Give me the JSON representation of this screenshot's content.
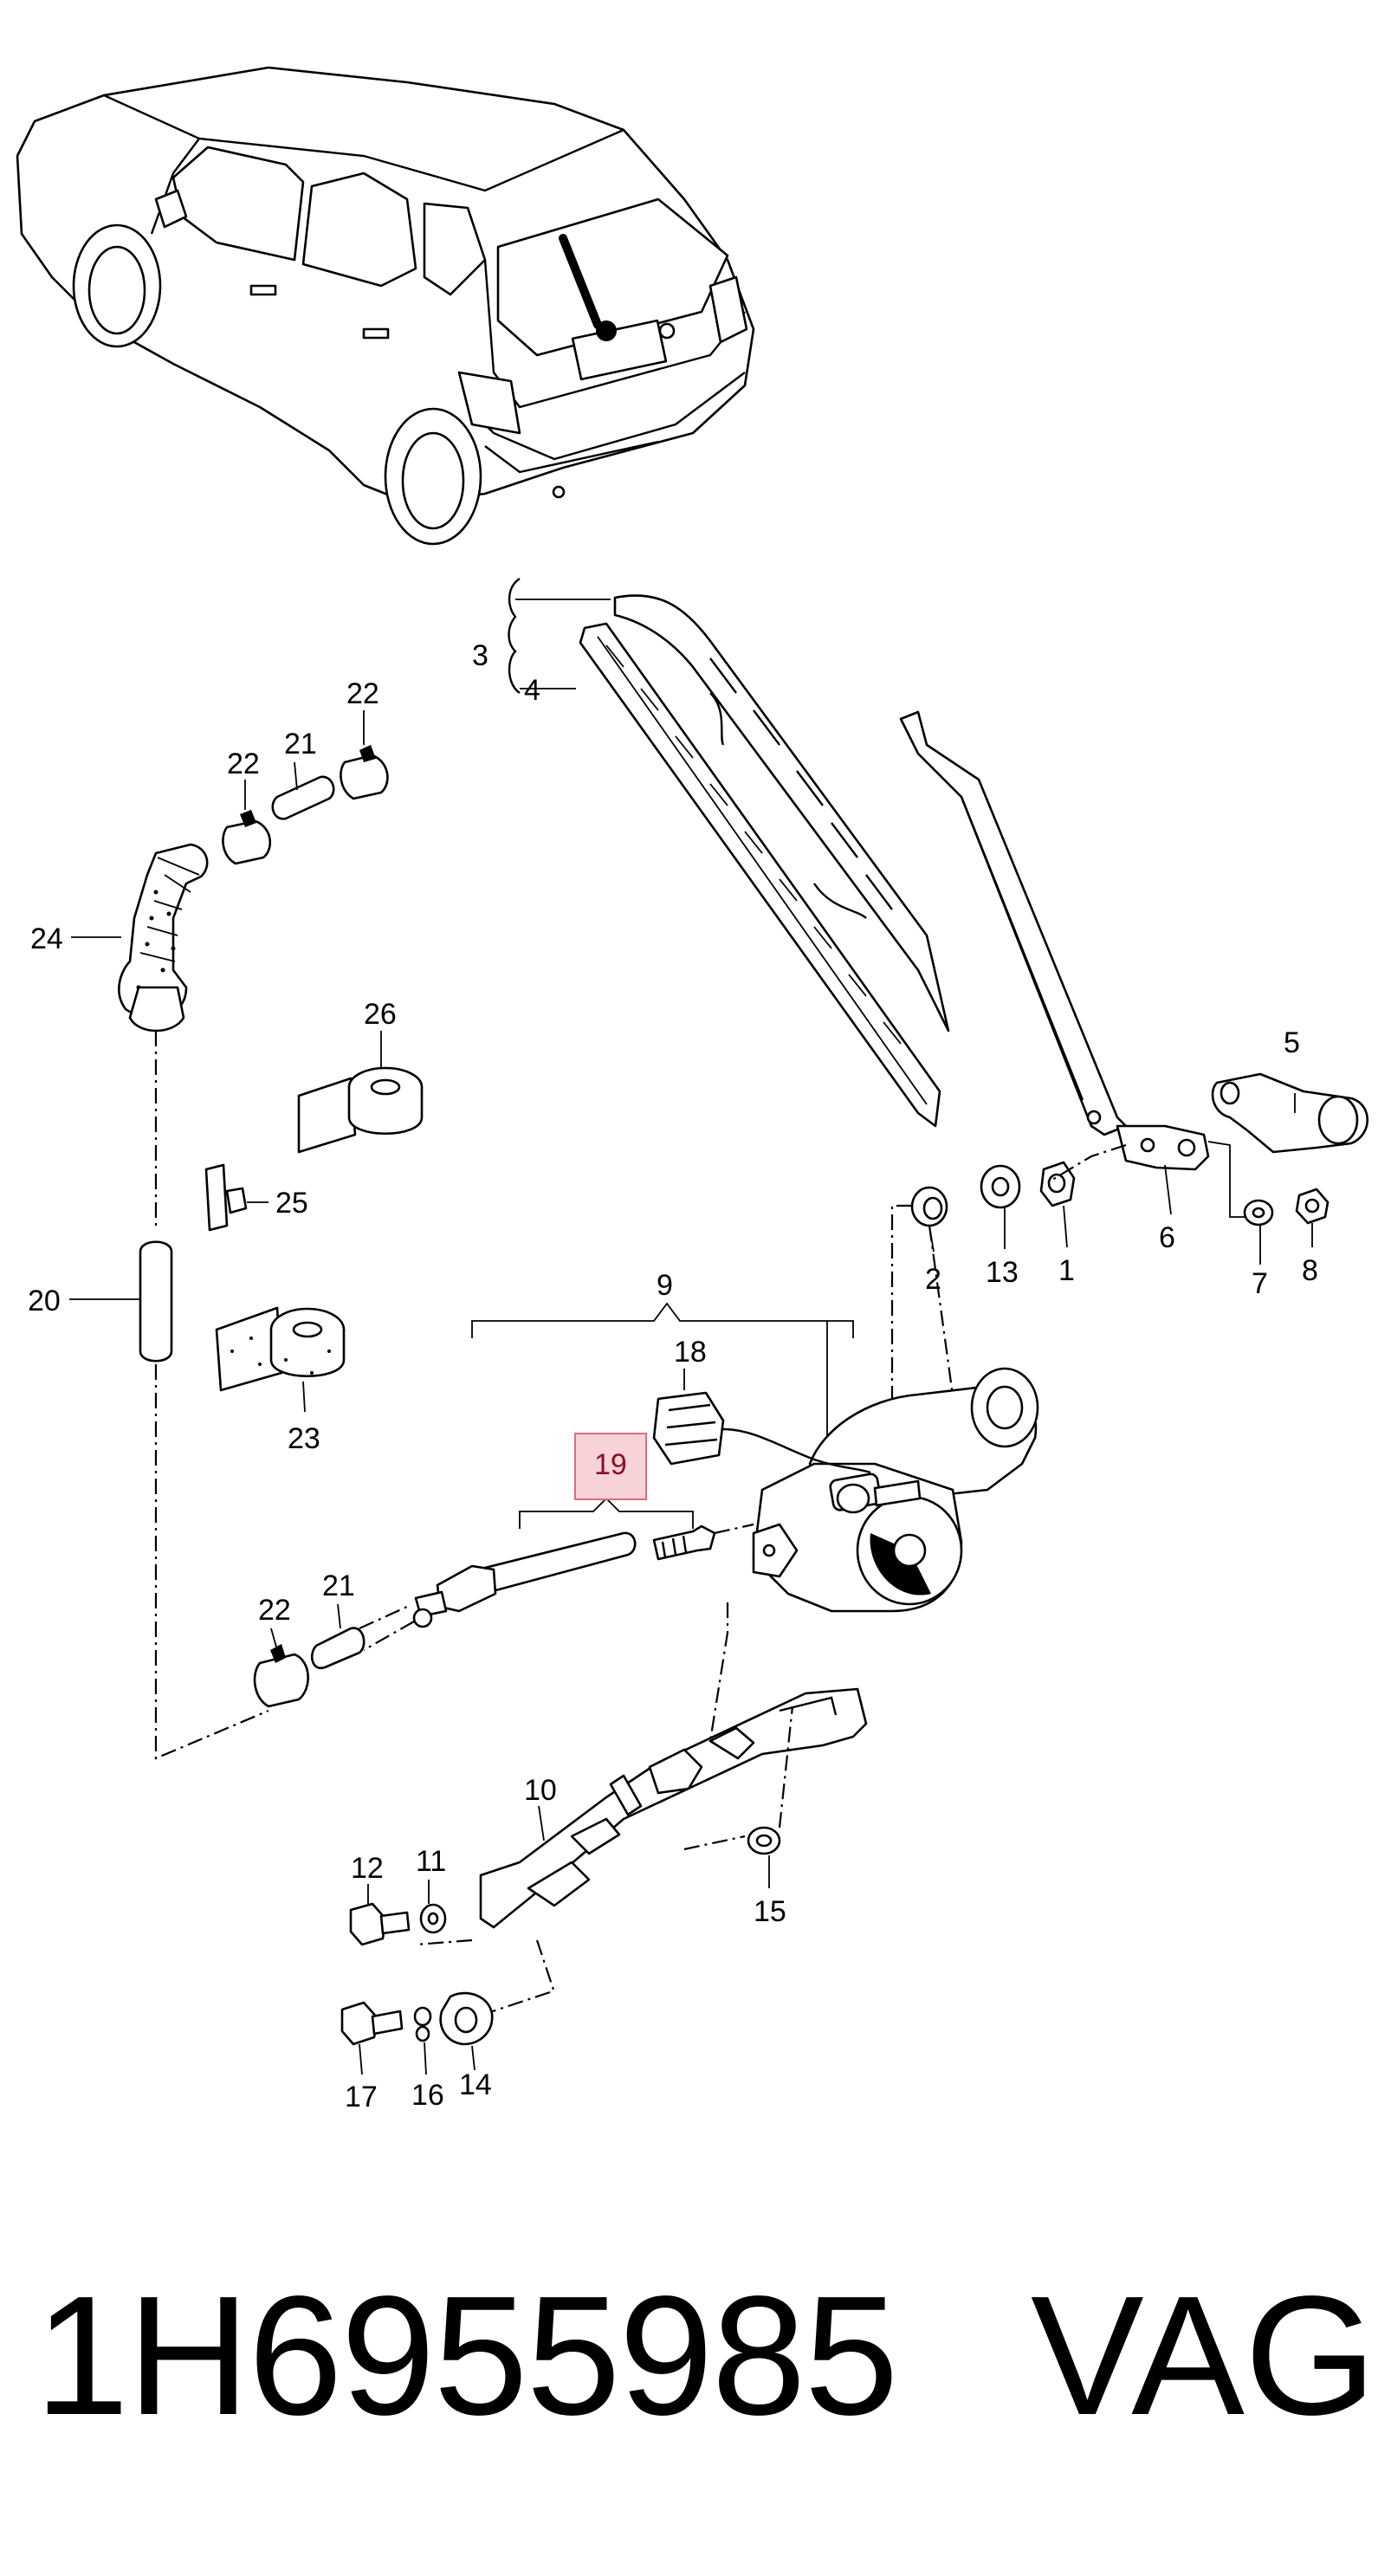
{
  "diagram": {
    "highlight_color": "#f7d3d8",
    "highlight_border": "#e06a7a",
    "callouts": {
      "c1": "1",
      "c2": "2",
      "c3": "3",
      "c4": "4",
      "c5": "5",
      "c6": "6",
      "c7": "7",
      "c8": "8",
      "c9": "9",
      "c10": "10",
      "c11": "11",
      "c12": "12",
      "c13": "13",
      "c14": "14",
      "c15": "15",
      "c16": "16",
      "c17": "17",
      "c18": "18",
      "c19": "19",
      "c20": "20",
      "c21a": "21",
      "c21b": "21",
      "c22a": "22",
      "c22b": "22",
      "c22c": "22",
      "c23": "23",
      "c24": "24",
      "c25": "25",
      "c26": "26"
    },
    "highlighted_part": "19"
  },
  "footer": {
    "part_number": "1H6955985",
    "brand": "VAG"
  }
}
